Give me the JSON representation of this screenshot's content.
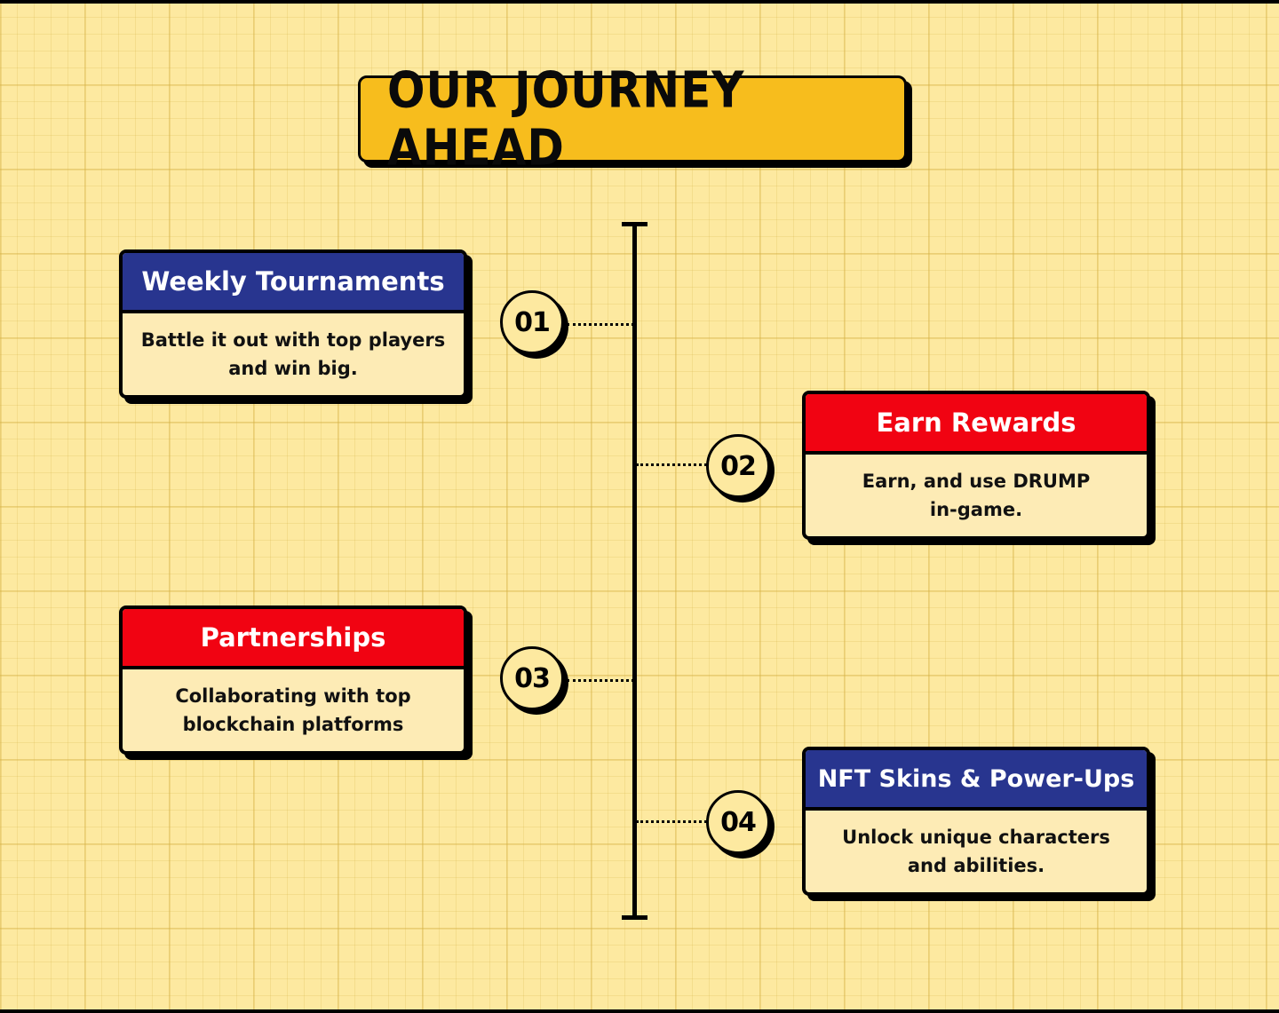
{
  "page": {
    "title": "OUR JOURNEY AHEAD",
    "background_color": "#fde9a0",
    "title_box_color": "#f7bd1d"
  },
  "colors": {
    "blue_header": "#28358f",
    "red_header": "#f10312",
    "card_body": "#fdebb5"
  },
  "milestones": [
    {
      "number": "01",
      "title": "Weekly Tournaments",
      "description": "Battle it out with top players and win big.",
      "header_color": "#28358f"
    },
    {
      "number": "02",
      "title": "Earn Rewards",
      "description": "Earn, and use DRUMP in-game.",
      "header_color": "#f10312"
    },
    {
      "number": "03",
      "title": "Partnerships",
      "description": "Collaborating with top blockchain platforms",
      "header_color": "#f10312"
    },
    {
      "number": "04",
      "title": "NFT Skins & Power-Ups",
      "description": "Unlock unique characters and abilities.",
      "header_color": "#28358f"
    }
  ]
}
